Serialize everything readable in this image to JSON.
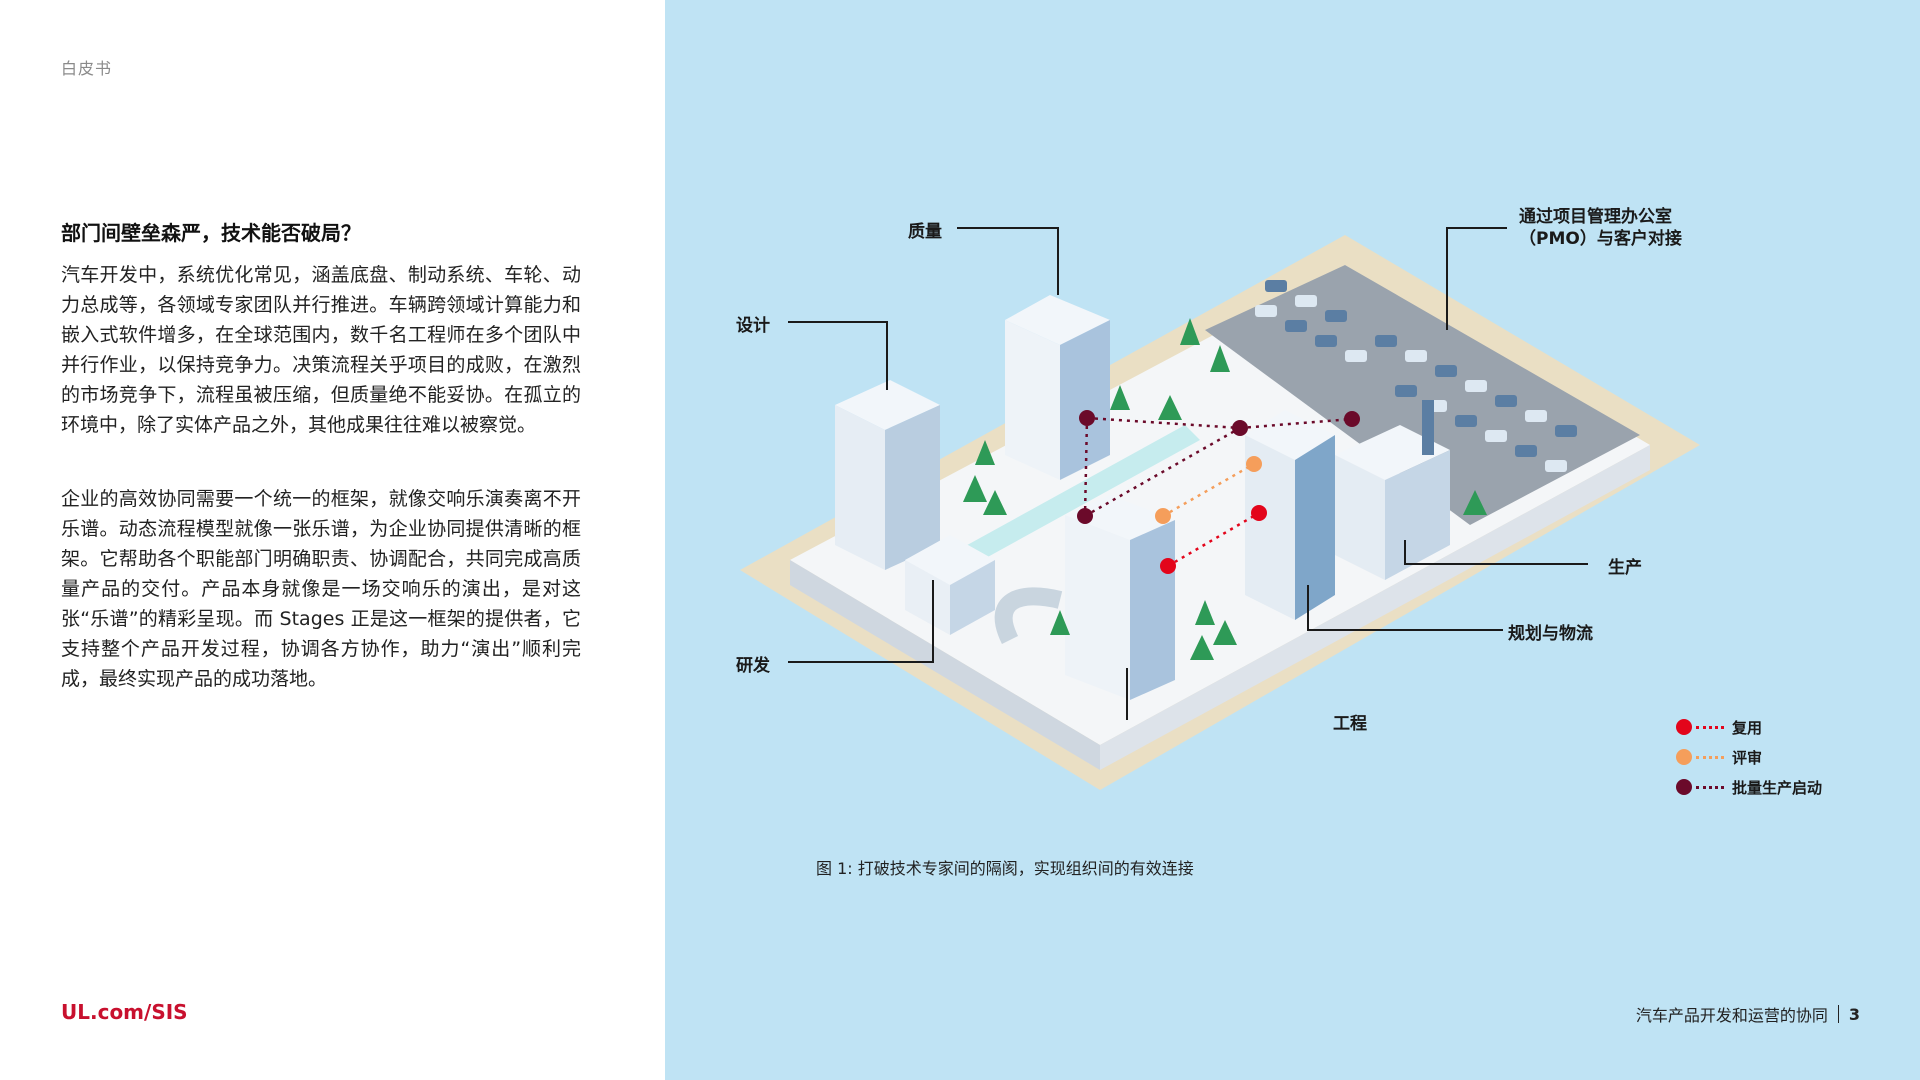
{
  "page": {
    "doc_type": "白皮书",
    "heading": "部门间壁垒森严，技术能否破局？",
    "paragraph1": "汽车开发中，系统优化常见，涵盖底盘、制动系统、车轮、动力总成等，各领域专家团队并行推进。车辆跨领域计算能力和嵌入式软件增多，在全球范围内，数千名工程师在多个团队中并行作业，以保持竞争力。决策流程关乎项目的成败，在激烈的市场竞争下，流程虽被压缩，但质量绝不能妥协。在孤立的环境中，除了实体产品之外，其他成果往往难以被察觉。",
    "paragraph2": "企业的高效协同需要一个统一的框架，就像交响乐演奏离不开乐谱。动态流程模型就像一张乐谱，为企业协同提供清晰的框架。它帮助各个职能部门明确职责、协调配合，共同完成高质量产品的交付。产品本身就像是一场交响乐的演出，是对这张“乐谱”的精彩呈现。而 Stages 正是这一框架的提供者，它支持整个产品开发过程，协调各方协作，助力“演出”顺利完成，最终实现产品的成功落地。",
    "footer_link": "UL.com/SIS",
    "footer_title": "汽车产品开发和运营的协同",
    "page_number": "3"
  },
  "figure": {
    "labels": {
      "quality": "质量",
      "design": "设计",
      "rnd": "研发",
      "engineering": "工程",
      "pmo_line1": "通过项目管理办公室",
      "pmo_line2": "（PMO）与客户对接",
      "production": "生产",
      "planning": "规划与物流"
    },
    "legend": [
      {
        "label": "复用",
        "color": "#e3051b"
      },
      {
        "label": "评审",
        "color": "#f59e5b"
      },
      {
        "label": "批量生产启动",
        "color": "#6b0a2a"
      }
    ],
    "caption": "图 1: 打破技术专家间的隔阂，实现组织间的有效连接"
  },
  "colors": {
    "accent": "#c8102e",
    "background_right": "#bfe3f4"
  }
}
